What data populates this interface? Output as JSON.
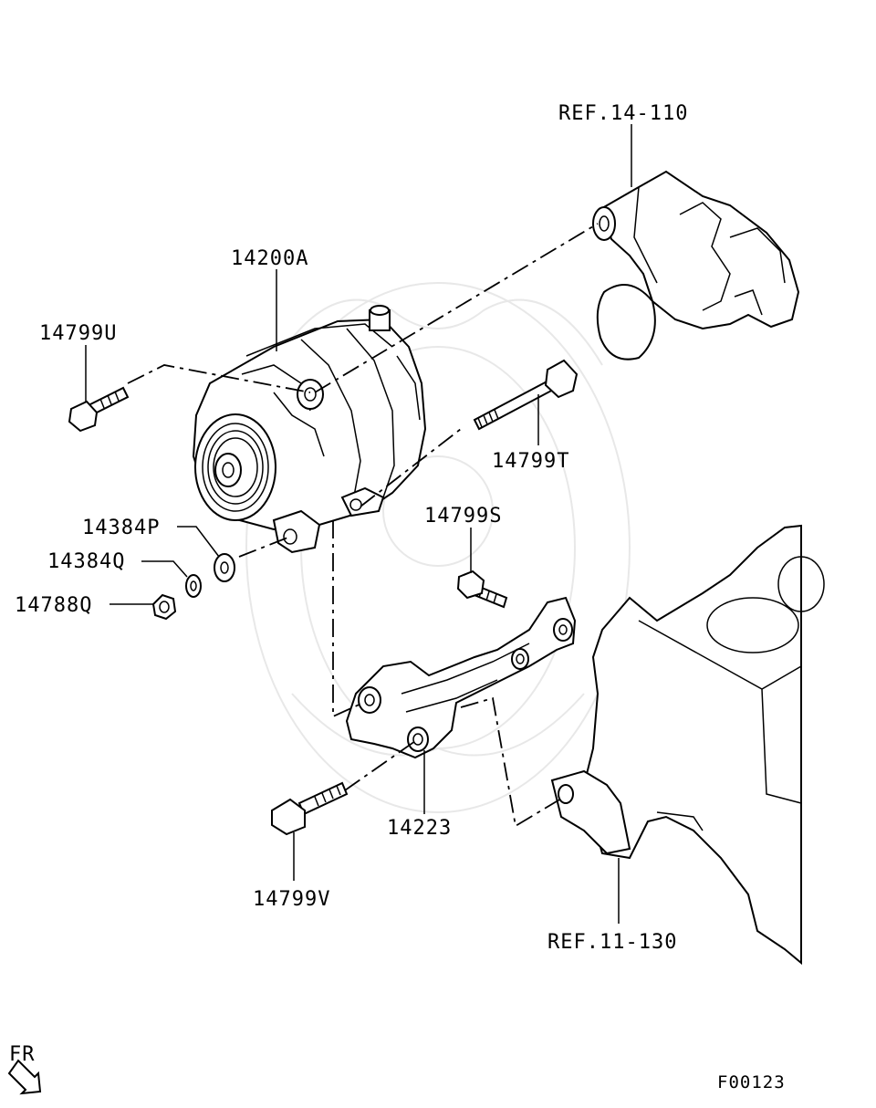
{
  "labels": {
    "ref_top": "REF.14-110",
    "alternator": "14200A",
    "bolt_u": "14799U",
    "bolt_t": "14799T",
    "washer_p": "14384P",
    "washer_q": "14384Q",
    "nut_q": "14788Q",
    "bolt_s": "14799S",
    "bracket": "14223",
    "bolt_v": "14799V",
    "ref_bottom": "REF.11-130",
    "direction": "FR",
    "figure_code": "F00123"
  },
  "colors": {
    "line": "#000000",
    "background": "#ffffff",
    "watermark": "#e8e8e8"
  }
}
